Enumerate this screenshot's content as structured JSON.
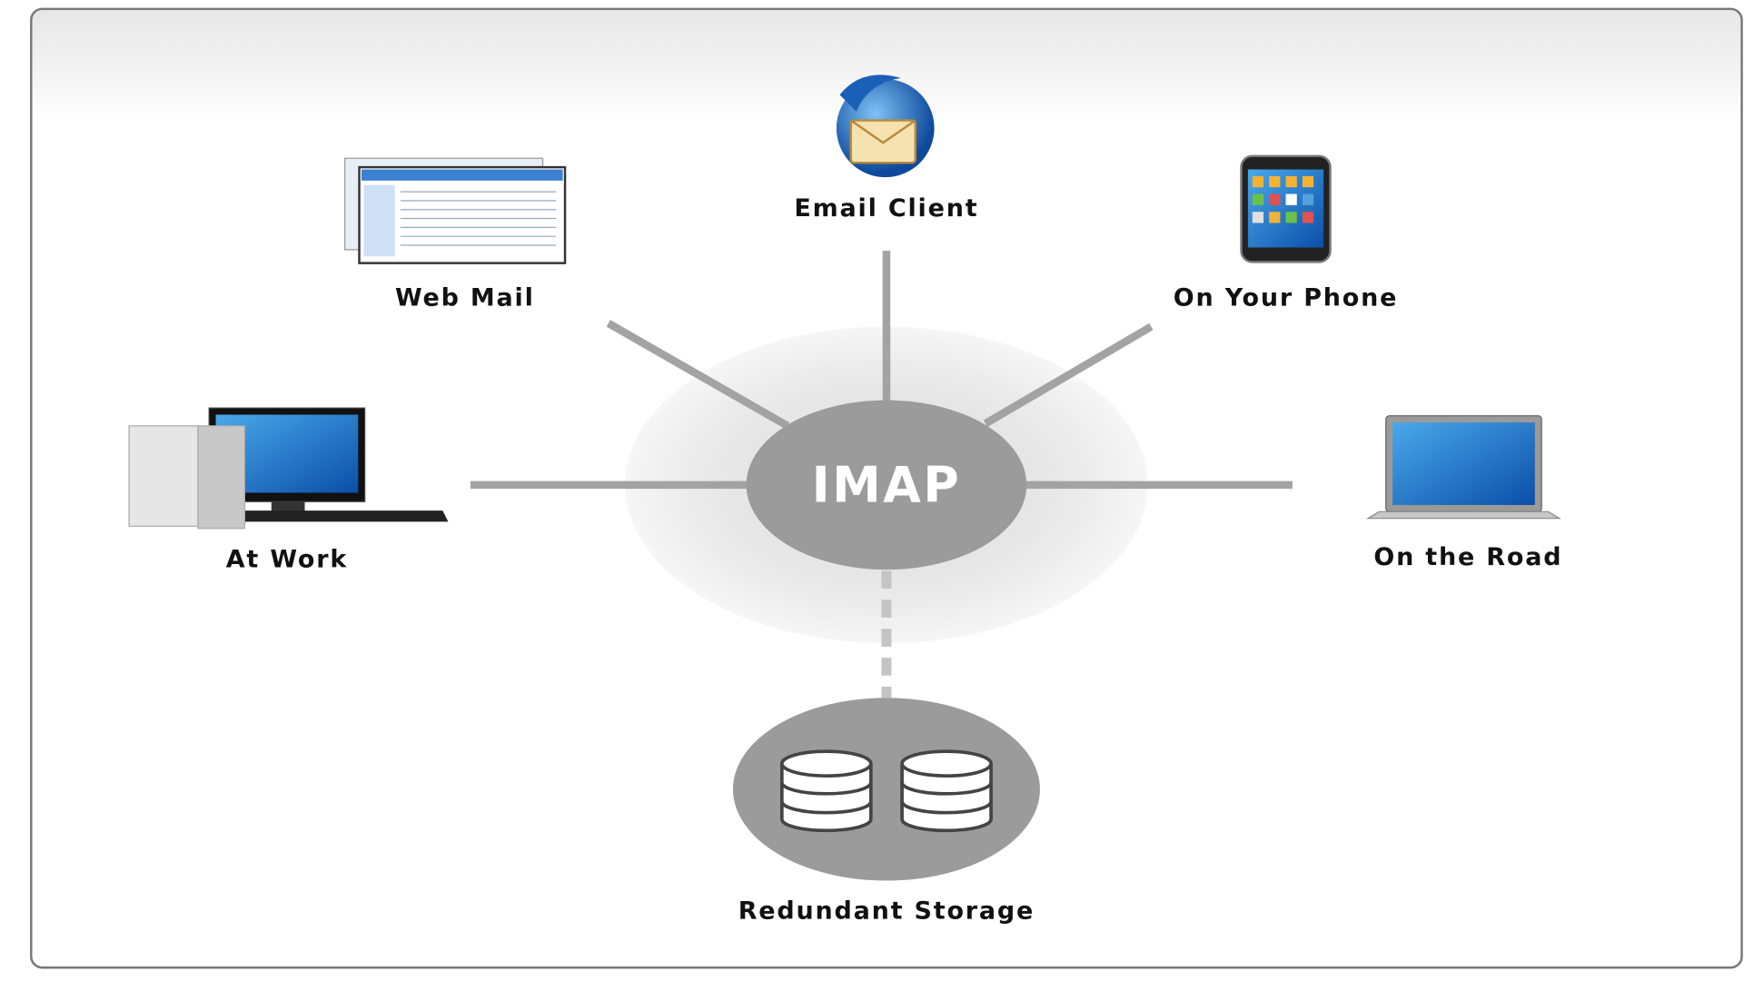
{
  "diagram": {
    "center": "IMAP",
    "nodes": {
      "email_client": "Email Client",
      "web_mail": "Web Mail",
      "phone": "On Your Phone",
      "work": "At Work",
      "road": "On the Road",
      "storage": "Redundant Storage"
    }
  },
  "colors": {
    "hub": "#9b9b9b",
    "connector": "#a3a3a3",
    "label": "#111111"
  }
}
